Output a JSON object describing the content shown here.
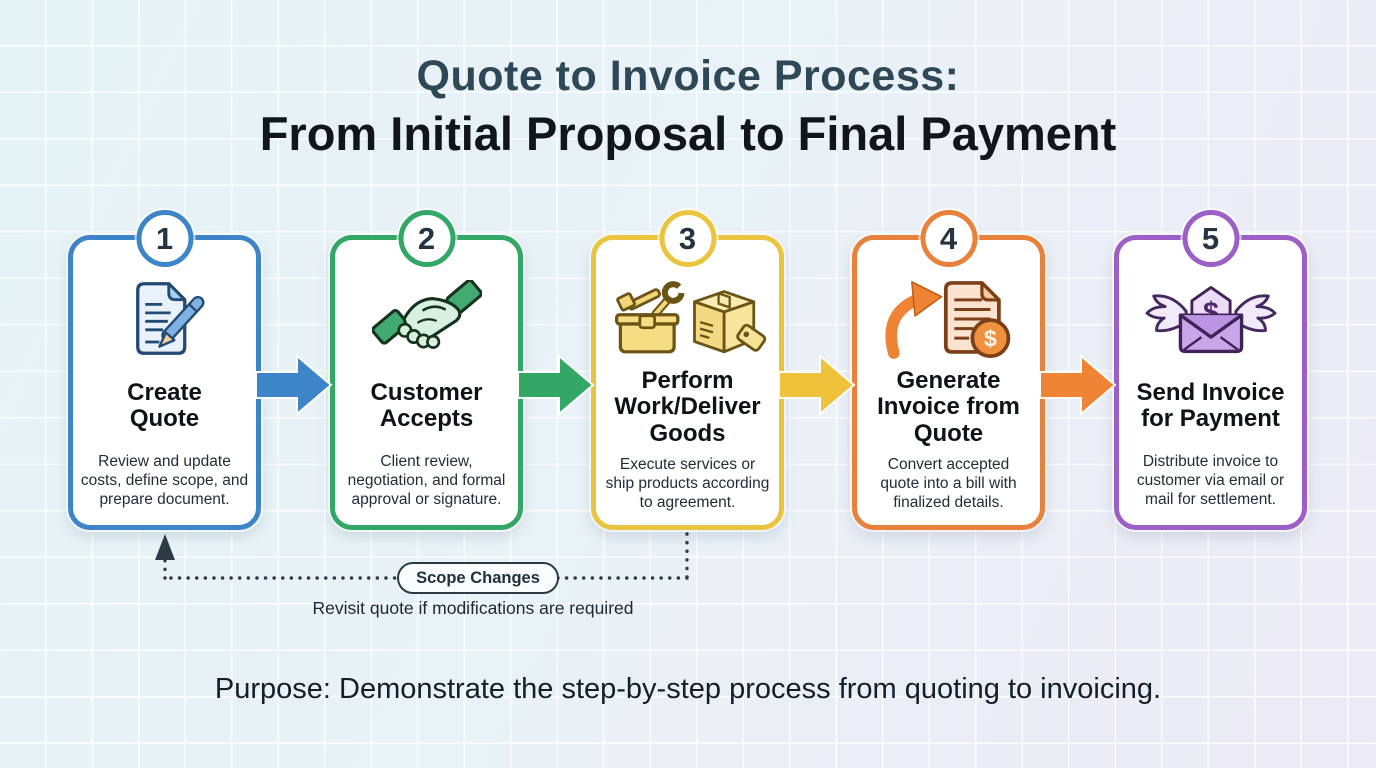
{
  "title": {
    "line1": "Quote to Invoice Process:",
    "line2": "From Initial Proposal to Final Payment"
  },
  "steps": [
    {
      "number": "1",
      "title": "Create\nQuote",
      "description": "Review and update\ncosts, define scope, and\nprepare document.",
      "accent": "#3d85c8",
      "icon": "document-pencil-icon"
    },
    {
      "number": "2",
      "title": "Customer\nAccepts",
      "description": "Client review,\nnegotiation, and formal\napproval or signature.",
      "accent": "#33a765",
      "icon": "handshake-icon"
    },
    {
      "number": "3",
      "title": "Perform\nWork/Deliver\nGoods",
      "description": "Execute services or\nship products according\nto agreement.",
      "accent": "#e9c53f",
      "icon": "toolbox-package-icon"
    },
    {
      "number": "4",
      "title": "Generate\nInvoice from\nQuote",
      "description": "Convert accepted\nquote into a bill with\nfinalized details.",
      "accent": "#e8813c",
      "icon": "invoice-coin-arrow-icon"
    },
    {
      "number": "5",
      "title": "Send Invoice\nfor Payment",
      "description": "Distribute invoice to\ncustomer via email or\nmail for settlement.",
      "accent": "#9b5fc5",
      "icon": "winged-envelope-dollar-icon"
    }
  ],
  "connectors": [
    {
      "color": "#3d85c8"
    },
    {
      "color": "#33a765"
    },
    {
      "color": "#f0c23c"
    },
    {
      "color": "#ef8434"
    }
  ],
  "feedback_loop": {
    "label": "Scope Changes",
    "caption": "Revisit quote if modifications are required",
    "line_color": "#2c3a46"
  },
  "purpose": "Purpose: Demonstrate the step-by-step process from quoting to invoicing."
}
